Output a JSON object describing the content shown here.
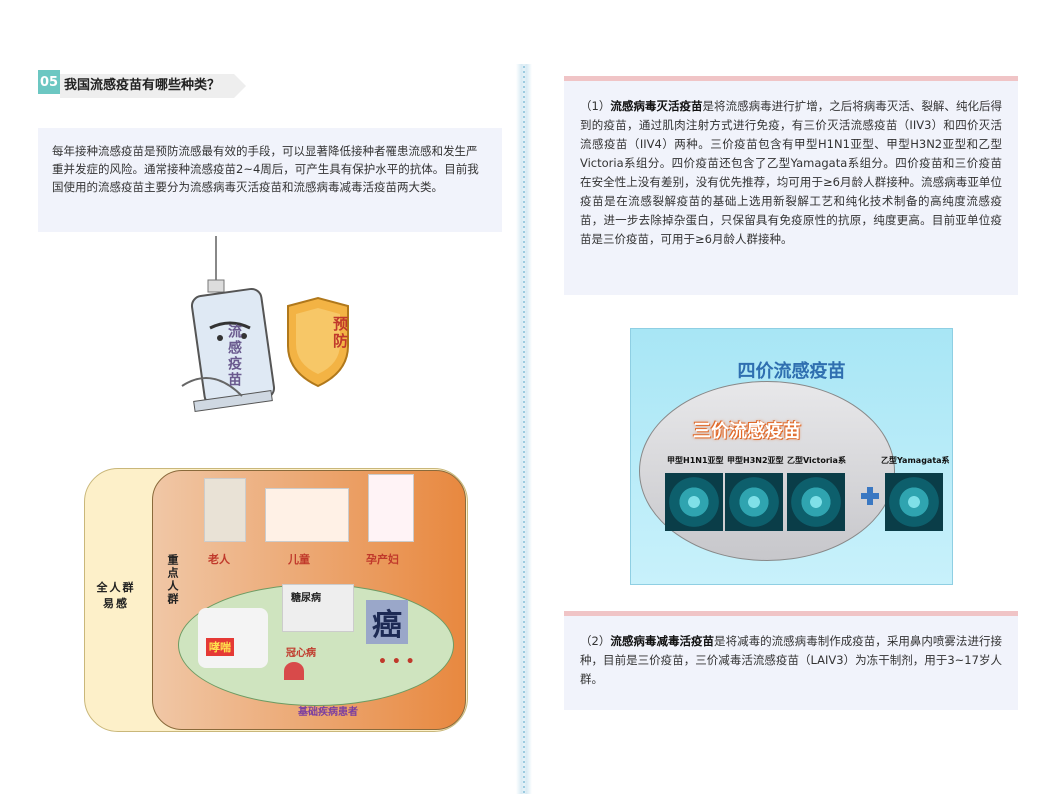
{
  "section": {
    "number": "05",
    "title": "我国流感疫苗有哪些种类？"
  },
  "intro": "每年接种流感疫苗是预防流感最有效的手段，可以显著降低接种者罹患流感和发生严重并发症的风险。通常接种流感疫苗2~4周后，可产生具有保护水平的抗体。目前我国使用的流感疫苗主要分为流感病毒灭活疫苗和流感病毒减毒活疫苗两大类。",
  "syringe": {
    "label": "流感疫苗",
    "shield_text": "预防"
  },
  "population": {
    "outer_label": "全人群易感",
    "key_label": "重点人群",
    "groups": [
      "老人",
      "儿童",
      "孕产妇"
    ],
    "diseases": [
      "糖尿病",
      "冠心病",
      "哮喘",
      "癌",
      "• • •"
    ],
    "base_label": "基础疾病患者"
  },
  "inactivated": {
    "prefix": "（1）",
    "name": "流感病毒灭活疫苗",
    "text": "是将流感病毒进行扩增，之后将病毒灭活、裂解、纯化后得到的疫苗，通过肌肉注射方式进行免疫，有三价灭活流感疫苗（IIV3）和四价灭活流感疫苗（IIV4）两种。三价疫苗包含有甲型H1N1亚型、甲型H3N2亚型和乙型Victoria系组分。四价疫苗还包含了乙型Yamagata系组分。四价疫苗和三价疫苗在安全性上没有差别，没有优先推荐，均可用于≥6月龄人群接种。流感病毒亚单位疫苗是在流感裂解疫苗的基础上选用新裂解工艺和纯化技术制备的高纯度流感疫苗，进一步去除掉杂蛋白，只保留具有免疫原性的抗原，纯度更高。目前亚单位疫苗是三价疫苗，可用于≥6月龄人群接种。"
  },
  "vaccine_figure": {
    "title": "四价流感疫苗",
    "trivalent": "三价流感疫苗",
    "strains": [
      "甲型H1N1亚型",
      "甲型H3N2亚型",
      "乙型Victoria系"
    ],
    "extra_strain": "乙型Yamagata系"
  },
  "live": {
    "prefix": "（2）",
    "name": "流感病毒减毒活疫苗",
    "text": "是将减毒的流感病毒制作成疫苗，采用鼻内喷雾法进行接种，目前是三价疫苗，三价减毒活流感疫苗（LAIV3）为冻干制剂，用于3~17岁人群。"
  },
  "colors": {
    "accent_teal": "#6cc7c2",
    "card_bg": "#f1f3fb",
    "pink_bar": "#f0c4c6",
    "vaccine_title": "#2f6fb0"
  }
}
